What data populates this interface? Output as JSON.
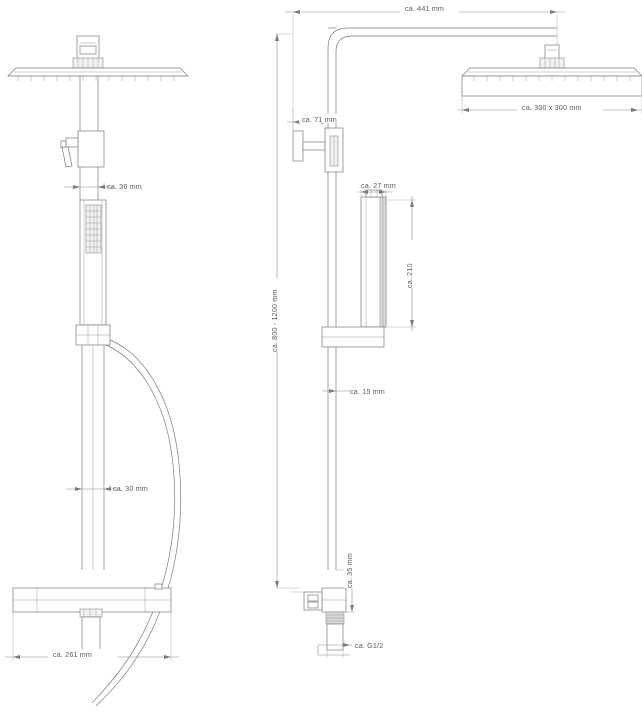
{
  "drawing": {
    "title": "Shower column technical dimension drawing",
    "background_color": "#ffffff",
    "line_color": "#7a7a7a",
    "text_color": "#5a5a5a",
    "views": [
      {
        "name": "front-elevation",
        "label": ""
      },
      {
        "name": "side-elevation",
        "label": ""
      }
    ]
  },
  "dimensions": {
    "front": {
      "handset_diameter": "ca. 36 mm",
      "riser_diameter": "ca. 30 mm",
      "mixer_width": "ca. 261 mm"
    },
    "side": {
      "arm_reach": "ca. 441 mm",
      "head_size": "ca. 300 x 300 mm",
      "wall_bracket_offset": "ca. 71 mm",
      "handset_depth": "ca. 27 mm",
      "handset_length": "ca. 210",
      "riser_depth": "ca. 15 mm",
      "total_height_range": "ca. 800 - 1200 mm",
      "outlet_offset": "ca. 35 mm",
      "connection_thread": "ca. G1/2"
    }
  }
}
